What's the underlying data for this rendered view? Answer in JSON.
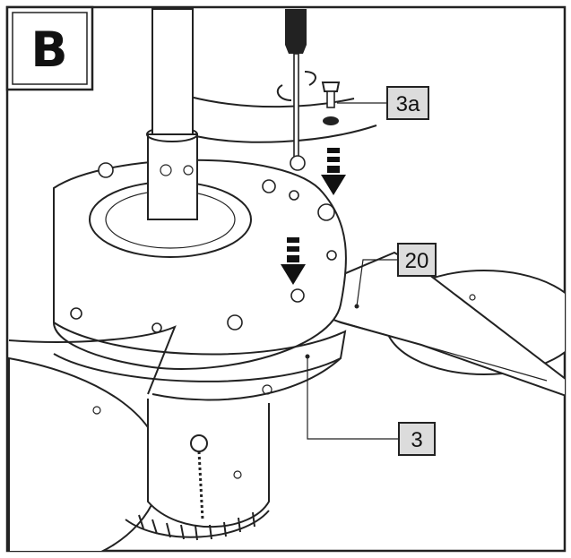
{
  "panel": {
    "letter": "B"
  },
  "callouts": [
    {
      "id": "3a",
      "text": "3a"
    },
    {
      "id": "20",
      "text": "20"
    },
    {
      "id": "3",
      "text": "3"
    }
  ],
  "colors": {
    "ink": "#222222",
    "callout_fill": "#dcdcdc",
    "background": "#ffffff"
  }
}
